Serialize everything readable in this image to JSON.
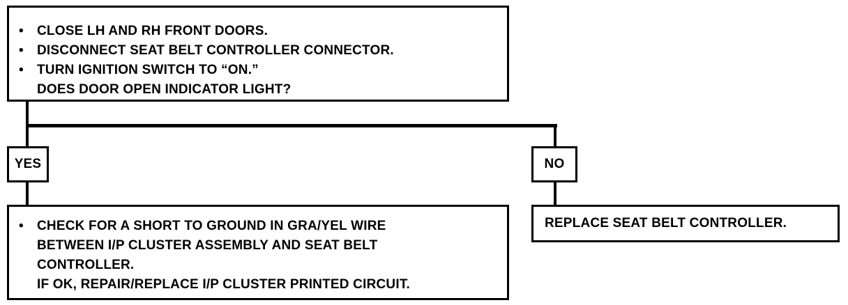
{
  "start_box": {
    "bullets": [
      "CLOSE LH AND RH FRONT DOORS.",
      "DISCONNECT SEAT BELT CONTROLLER CONNECTOR.",
      "TURN IGNITION SWITCH TO “ON.”"
    ],
    "question": "DOES DOOR OPEN INDICATOR LIGHT?"
  },
  "branches": {
    "yes_label": "YES",
    "no_label": "NO"
  },
  "yes_result": {
    "bullet_lines": [
      "CHECK FOR A SHORT TO GROUND IN GRA/YEL WIRE",
      "BETWEEN I/P CLUSTER ASSEMBLY AND SEAT BELT",
      "CONTROLLER."
    ],
    "follow_up": "IF OK, REPAIR/REPLACE I/P CLUSTER PRINTED CIRCUIT."
  },
  "no_result": {
    "text": "REPLACE SEAT BELT CONTROLLER."
  },
  "bullet_glyph": "•"
}
